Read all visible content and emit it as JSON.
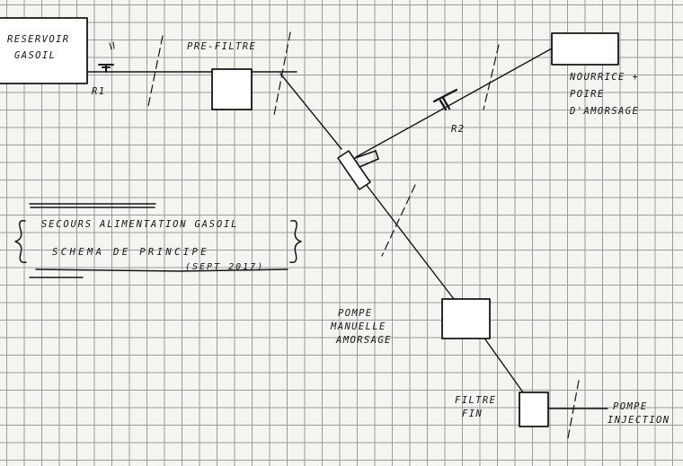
{
  "diagram": {
    "title_line1": "SECOURS ALIMENTATION GASOIL",
    "title_line2": "SCHEMA DE PRINCIPE",
    "date": "(SEPT 2017)",
    "nodes": {
      "reservoir": [
        "RESERVOIR",
        "GASOIL"
      ],
      "prefiltre": "PRE-FILTRE",
      "nourrice": [
        "NOURRICE +",
        "POIRE",
        "D'AMORSAGE"
      ],
      "pompe_manuelle": [
        "POMPE",
        "MANUELLE",
        "AMORSAGE"
      ],
      "filtre_fin": [
        "FILTRE",
        "FIN"
      ],
      "pompe_injection": [
        "POMPE",
        "INJECTION"
      ]
    },
    "valves": {
      "r1": "R1",
      "r2": "R2"
    }
  }
}
